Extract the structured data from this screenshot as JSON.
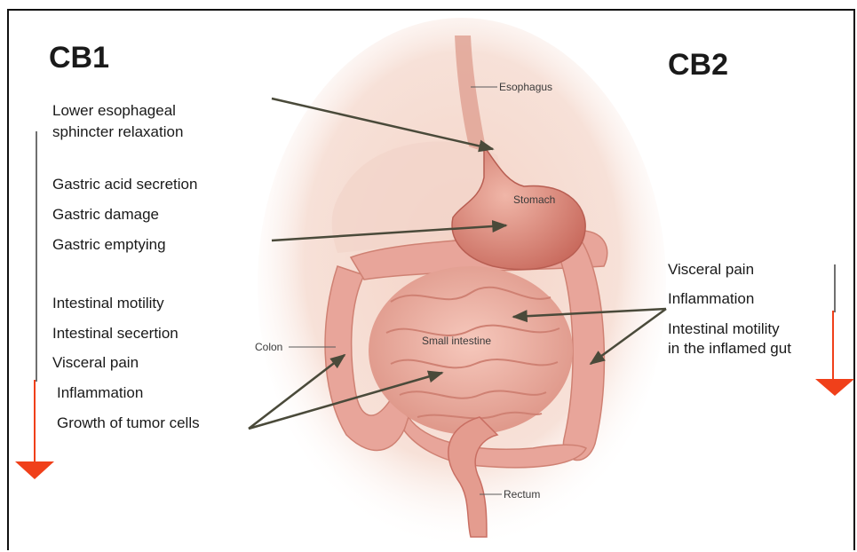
{
  "headings": {
    "cb1": "CB1",
    "cb2": "CB2"
  },
  "cb1_effects": [
    "Lower esophageal",
    "sphincter relaxation",
    "Gastric acid secretion",
    "Gastric damage",
    "Gastric emptying",
    "Intestinal motility",
    "Intestinal secertion",
    "Visceral pain",
    "Inflammation",
    "Growth of tumor cells"
  ],
  "cb2_effects": [
    "Visceral pain",
    "Inflammation",
    "Intestinal motility",
    "in the inflamed gut"
  ],
  "organ_labels": {
    "esophagus": "Esophagus",
    "stomach": "Stomach",
    "colon": "Colon",
    "small_intestine": "Small intestine",
    "rectum": "Rectum"
  },
  "colors": {
    "decrease_arrow": "#f0401a",
    "gut_pink": "#e8a59a",
    "gut_dark": "#c96f63",
    "pointer_line": "#4a4a3a"
  }
}
